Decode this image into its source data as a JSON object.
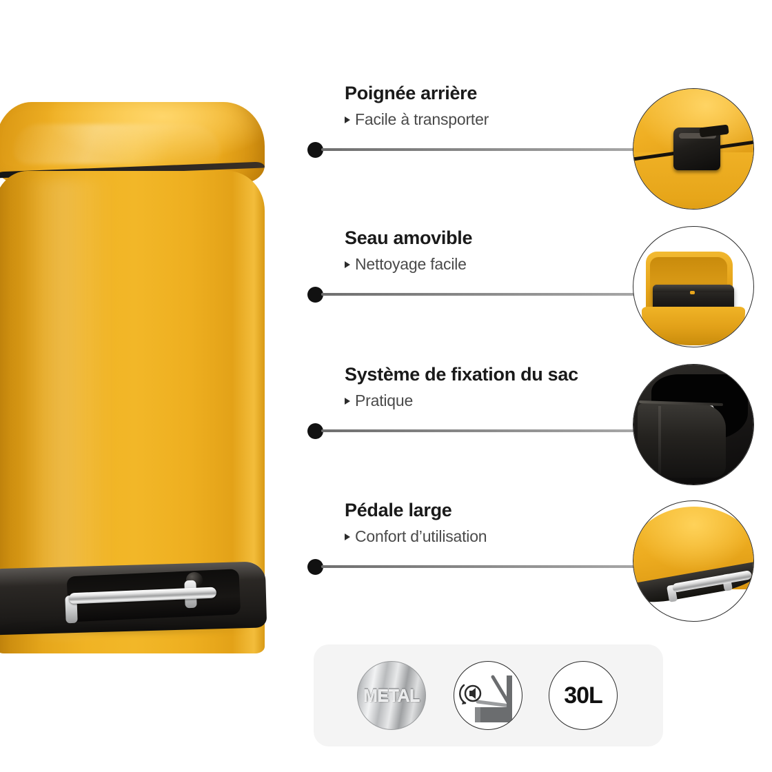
{
  "page": {
    "background_color": "#ffffff",
    "accent_yellow": "#EFAE22",
    "dark": "#1a1a1a"
  },
  "product": {
    "name": "yellow-pedal-bin",
    "body_color": "#EFAE22",
    "base_color": "#1d1b19",
    "pedal_color": "#cfd0d1"
  },
  "features": [
    {
      "title": "Poignée arrière",
      "subtitle": "Facile à transporter",
      "thumb_name": "thumb-rear-handle"
    },
    {
      "title": "Seau amovible",
      "subtitle": "Nettoyage facile",
      "thumb_name": "thumb-removable-bucket"
    },
    {
      "title": "Système de fixation du sac",
      "subtitle": "Pratique",
      "thumb_name": "thumb-bag-fixing-system"
    },
    {
      "title": "Pédale large",
      "subtitle": "Confort d’utilisation",
      "thumb_name": "thumb-wide-pedal"
    }
  ],
  "badges": {
    "metal": {
      "label": "METAL",
      "icon": "metal-disc-icon"
    },
    "soft_close": {
      "label": "",
      "icon": "soft-close-silent-icon"
    },
    "volume": {
      "label": "30L",
      "icon": "capacity-icon"
    }
  }
}
